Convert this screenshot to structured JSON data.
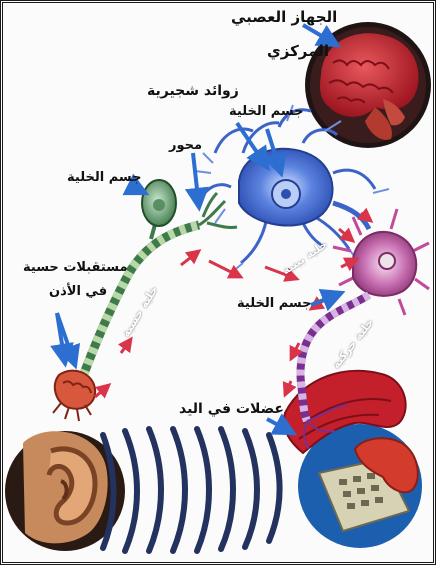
{
  "labels": {
    "cns_line1": "الجهاز العصبي",
    "cns_line2": "المركزي",
    "dendrites": "زوائد شجيرية",
    "cell_body_top": "جسم الخلية",
    "axon": "محور",
    "cell_body_left": "جسم الخلية",
    "ear_receptors_line1": "مستقبلات حسية",
    "ear_receptors_line2": "في الأذن",
    "cell_body_right": "جسم الخلية",
    "hand_muscles": "عضلات في اليد",
    "sensory_cell": "خلية حسية",
    "inter_cell": "خلية بينية",
    "motor_cell": "خلية حركية"
  },
  "colors": {
    "arrow_blue": "#2c6fd1",
    "signal_red": "#d9344a",
    "sensory_neuron": "#3f7a4a",
    "inter_neuron": "#3b63c8",
    "motor_neuron": "#c04a9c",
    "brain": "#c8242c",
    "sound_waves": "#23325e"
  },
  "icons": [
    "brain-icon",
    "ear-icon",
    "hand-phone-icon"
  ]
}
